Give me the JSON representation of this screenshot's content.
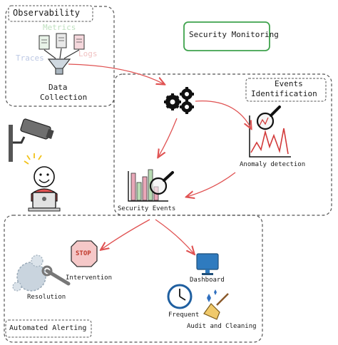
{
  "groups": {
    "observability": "Observability",
    "events_identification": [
      "Events",
      "Identification"
    ],
    "automated_alerting": "Automated Alerting"
  },
  "title_box": "Security Monitoring",
  "data_sources": {
    "metrics": "Metrics",
    "traces": "Traces",
    "logs": "Logs"
  },
  "nodes": {
    "data_collection": [
      "Data",
      "Collection"
    ],
    "anomaly_detection": "Anomaly detection",
    "security_events": "Security Events",
    "stop_sign": "STOP",
    "intervention": "Intervention",
    "resolution": "Resolution",
    "dashboard": "Dashboard",
    "frequent": "Frequent",
    "audit_cleaning": "Audit and Cleaning"
  },
  "colors": {
    "arrow": "#e05252",
    "frame": "#555555",
    "title_border": "#3fa34d"
  }
}
